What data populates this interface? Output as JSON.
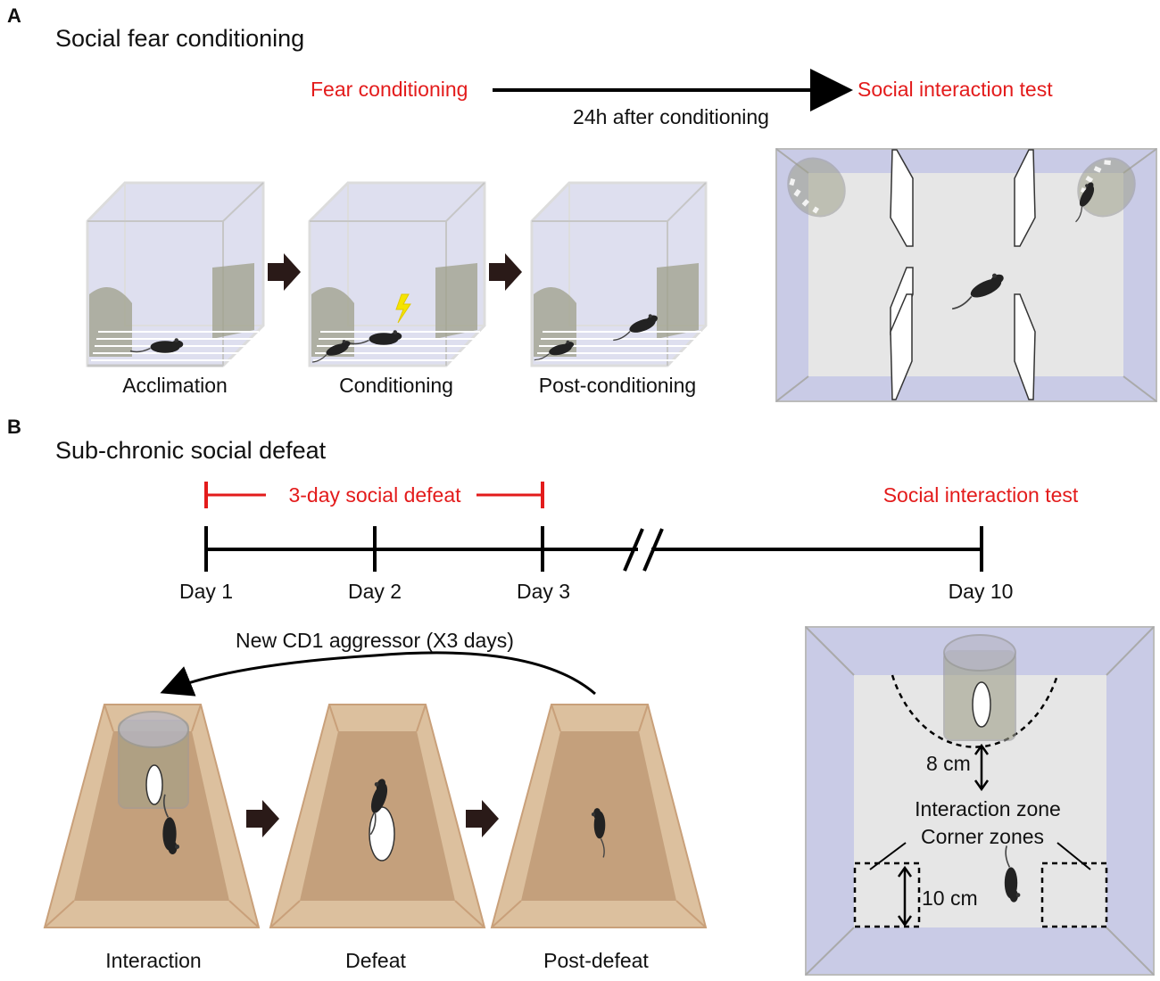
{
  "panel_a": {
    "letter": "A",
    "title": "Social fear conditioning",
    "timeline_start": "Fear conditioning",
    "timeline_end": "Social interaction test",
    "timeline_note": "24h after conditioning",
    "steps": [
      "Acclimation",
      "Conditioning",
      "Post-conditioning"
    ]
  },
  "panel_b": {
    "letter": "B",
    "title": "Sub-chronic social defeat",
    "defeat_range_label": "3-day social defeat",
    "test_label": "Social interaction test",
    "days": [
      "Day 1",
      "Day 2",
      "Day 3",
      "Day 10"
    ],
    "cycle_label": "New CD1 aggressor (X3 days)",
    "steps": [
      "Interaction",
      "Defeat",
      "Post-defeat"
    ],
    "arena": {
      "distance_label": "8 cm",
      "zone_label_1": "Interaction zone",
      "zone_label_2": "Corner zones",
      "corner_size_label": "10 cm"
    }
  },
  "colors": {
    "red": "#e31b1b",
    "box_wall": "#c9cbe6",
    "cage_floor": "#c4a07c",
    "cage_wall": "#dcc09e",
    "arena_floor": "#e6e6e6",
    "arena_wall": "#c9cbe6"
  },
  "icons": [
    "mouse-icon",
    "lightning-icon",
    "arrow-icon",
    "cylinder-cage-icon",
    "partition-icon"
  ]
}
